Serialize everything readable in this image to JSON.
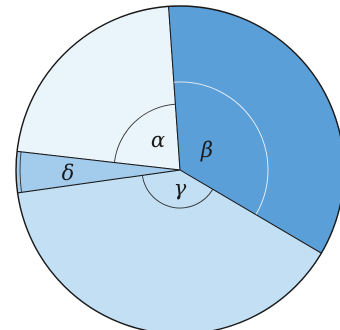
{
  "diagram": {
    "type": "pie",
    "sectors": [
      {
        "key": "alpha",
        "label": "α",
        "fill": "#eaf4fb"
      },
      {
        "key": "beta",
        "label": "β",
        "fill": "#5b9fd8"
      },
      {
        "key": "gamma",
        "label": "γ",
        "fill": "#c2dff4"
      },
      {
        "key": "delta",
        "label": "δ",
        "fill": "#a3cbec"
      }
    ],
    "colors": {
      "outline": "#1a1a1a",
      "arc": "#333333",
      "arc_on_dark": "#e9f2fb",
      "label": "#1a1a1a"
    }
  }
}
